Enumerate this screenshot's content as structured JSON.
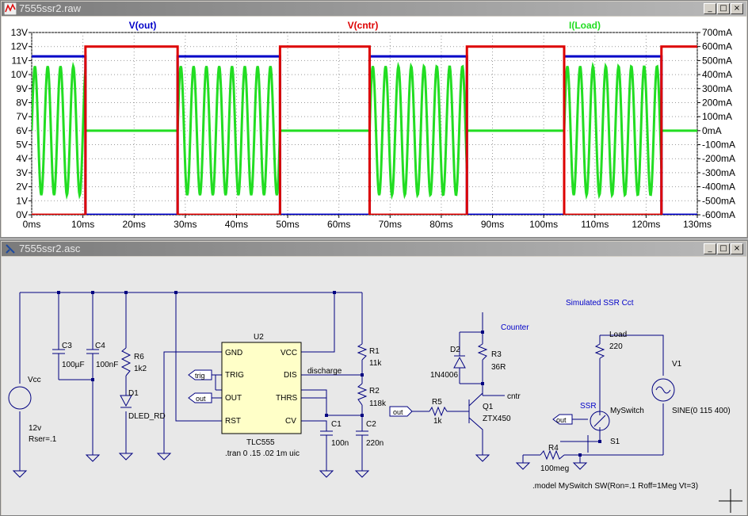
{
  "waveform_window": {
    "title": "7555ssr2.raw",
    "traces": [
      {
        "name": "V(out)",
        "color": "#0000c8"
      },
      {
        "name": "V(cntr)",
        "color": "#dd0000"
      },
      {
        "name": "I(Load)",
        "color": "#22dd22"
      }
    ],
    "controls": {
      "minimize": "_",
      "maximize": "□",
      "close": "×"
    }
  },
  "chart_data": {
    "type": "line",
    "xlabel": "",
    "ylabel": "",
    "x_ticks": [
      "0ms",
      "10ms",
      "20ms",
      "30ms",
      "40ms",
      "50ms",
      "60ms",
      "70ms",
      "80ms",
      "90ms",
      "100ms",
      "110ms",
      "120ms",
      "130ms"
    ],
    "xlim": [
      0,
      130
    ],
    "y_left_ticks": [
      "13V",
      "12V",
      "11V",
      "10V",
      "9V",
      "8V",
      "7V",
      "6V",
      "5V",
      "4V",
      "3V",
      "2V",
      "1V",
      "0V"
    ],
    "ylim_left": [
      0,
      13
    ],
    "y_right_ticks": [
      "700mA",
      "600mA",
      "500mA",
      "400mA",
      "300mA",
      "200mA",
      "100mA",
      "0mA",
      "-100mA",
      "-200mA",
      "-300mA",
      "-400mA",
      "-500mA",
      "-600mA"
    ],
    "ylim_right": [
      -600,
      700
    ],
    "series": [
      {
        "name": "V(out)",
        "axis": "left",
        "x": [
          0,
          10.5,
          10.5,
          28.5,
          28.5,
          48.5,
          48.5,
          66,
          66,
          85,
          85,
          104,
          104,
          123,
          123,
          130
        ],
        "values": [
          11.3,
          11.3,
          0,
          0,
          11.3,
          11.3,
          0,
          0,
          11.3,
          11.3,
          0,
          0,
          11.3,
          11.3,
          0,
          0
        ]
      },
      {
        "name": "V(cntr)",
        "axis": "left",
        "x": [
          0,
          10.5,
          10.5,
          28.5,
          28.5,
          48.5,
          48.5,
          66,
          66,
          85,
          85,
          104,
          104,
          123,
          123,
          130
        ],
        "values": [
          0,
          0,
          12,
          12,
          0,
          0,
          12,
          12,
          0,
          0,
          12,
          12,
          0,
          0,
          12,
          12
        ]
      },
      {
        "name": "I(Load)",
        "axis": "right",
        "segments": [
          {
            "type": "sine",
            "x0": 0,
            "x1": 10.5,
            "amplitude": 460,
            "offset": 0
          },
          {
            "type": "flat",
            "x0": 10.5,
            "x1": 28.5,
            "value": 0
          },
          {
            "type": "sine",
            "x0": 28.5,
            "x1": 48.5,
            "amplitude": 460,
            "offset": 0
          },
          {
            "type": "flat",
            "x0": 48.5,
            "x1": 66,
            "value": 0
          },
          {
            "type": "sine",
            "x0": 66,
            "x1": 85,
            "amplitude": 460,
            "offset": 0
          },
          {
            "type": "flat",
            "x0": 85,
            "x1": 104,
            "value": 0
          },
          {
            "type": "sine",
            "x0": 104,
            "x1": 123,
            "amplitude": 460,
            "offset": 0
          },
          {
            "type": "flat",
            "x0": 123,
            "x1": 130,
            "value": 0
          }
        ],
        "frequency_hz": 400
      }
    ]
  },
  "schematic_window": {
    "title": "7555ssr2.asc",
    "controls": {
      "minimize": "_",
      "maximize": "□",
      "close": "×"
    },
    "labels": {
      "vcc": "Vcc",
      "vcc_val": "12v",
      "vcc_rser": "Rser=.1",
      "c3": "C3",
      "c3_val": "100µF",
      "c4": "C4",
      "c4_val": "100nF",
      "r6": "R6",
      "r6_val": "1k2",
      "d1": "D1",
      "d1_val": "DLED_RD",
      "u2": "U2",
      "gnd_pin": "GND",
      "vcc_pin": "VCC",
      "trig_pin": "TRIG",
      "dis_pin": "DIS",
      "out_pin": "OUT",
      "thrs_pin": "THRS",
      "rst_pin": "RST",
      "cv_pin": "CV",
      "tlc": "TLC555",
      "tran": ".tran 0 .15 .02 1m uic",
      "trig_tag": "trig",
      "out_tag": "out",
      "out_tag2": "out",
      "out_tag3": "out",
      "discharge": "discharge",
      "r1": "R1",
      "r1_val": "11k",
      "r2": "R2",
      "r2_val": "118k",
      "c1": "C1",
      "c1_val": "100n",
      "c2": "C2",
      "c2_val": "220n",
      "r5": "R5",
      "r5_val": "1k",
      "d2": "D2",
      "d2_val": "1N4006",
      "r3": "R3",
      "r3_val": "36R",
      "counter": "Counter",
      "cntr": "cntr",
      "q1": "Q1",
      "q1_val": "ZTX450",
      "ssr_title": "Simulated SSR Cct",
      "load": "Load",
      "load_val": "220",
      "ssr": "SSR",
      "myswitch": "MySwitch",
      "s1": "S1",
      "v1": "V1",
      "v1_val": "SINE(0 115 400)",
      "r4": "R4",
      "r4_val": "100meg",
      "model": ".model MySwitch  SW(Ron=.1 Roff=1Meg Vt=3)"
    }
  }
}
